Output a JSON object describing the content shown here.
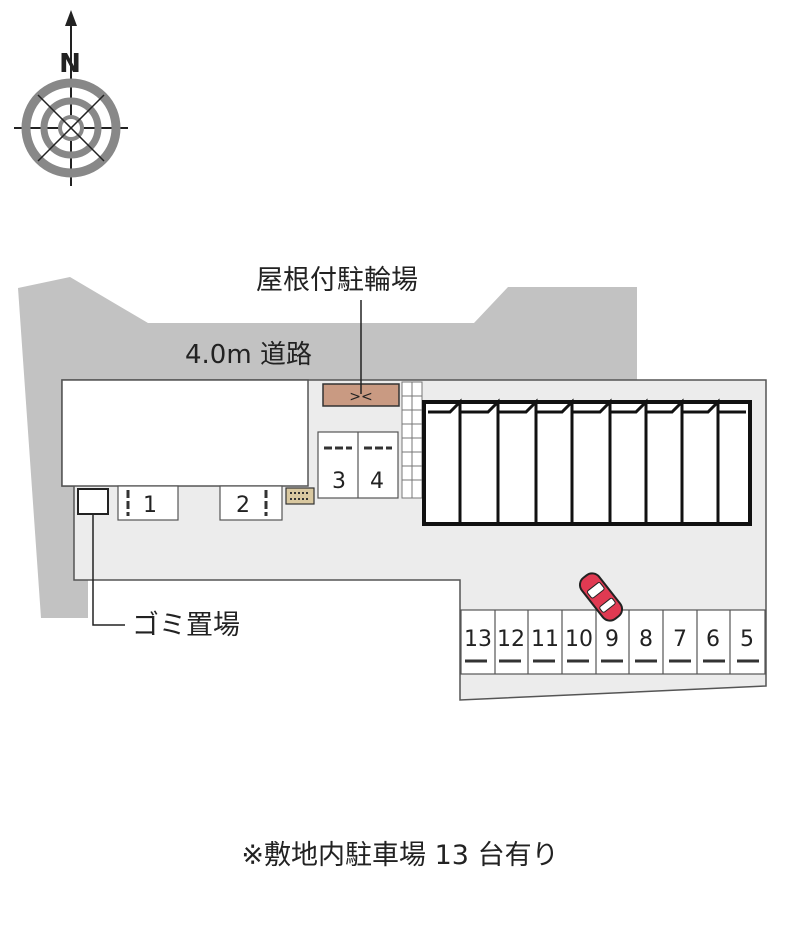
{
  "compass": {
    "north_label": "N"
  },
  "road": {
    "label": "4.0m 道路"
  },
  "bicycle_parking": {
    "label": "屋根付駐輪場"
  },
  "garbage_area": {
    "label": "ゴミ置場"
  },
  "parking_spaces": [
    "1",
    "2",
    "3",
    "4",
    "5",
    "6",
    "7",
    "8",
    "9",
    "10",
    "11",
    "12",
    "13"
  ],
  "footer": {
    "note": "※敷地内駐車場 13 台有り"
  },
  "colors": {
    "road": "#c2c2c2",
    "site": "#ececec",
    "building": "#ffffff",
    "outline": "#222222",
    "roof_bike": "#c99a82",
    "car": "#e03a52"
  }
}
